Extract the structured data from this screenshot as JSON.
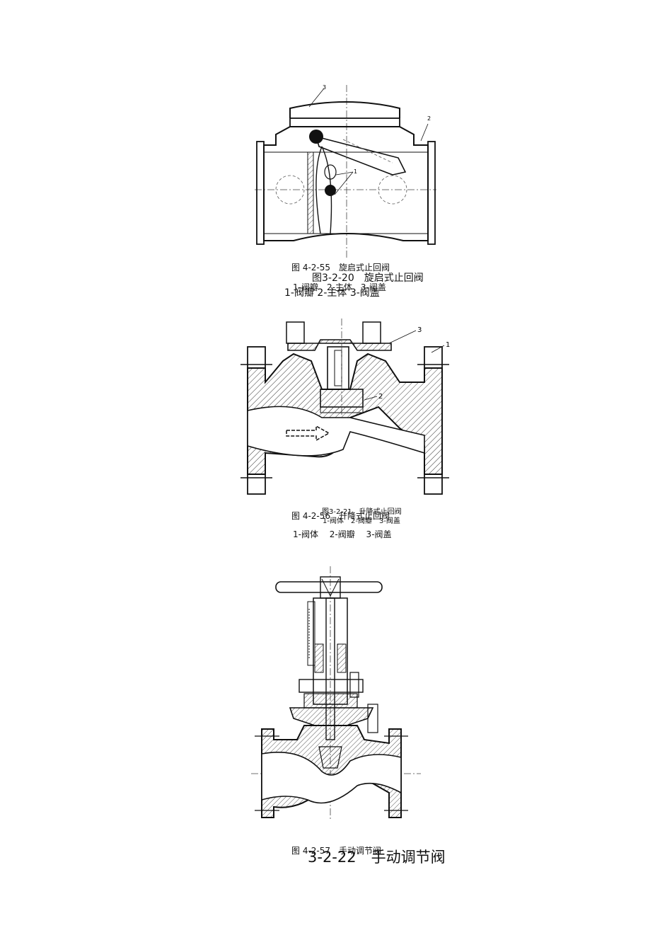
{
  "figure1": {
    "callouts": [
      "1",
      "2",
      "3"
    ],
    "caption_old": "图 4-2-55　旋启式止回阀",
    "caption_new": "图3-2-20　旋启式止回阀",
    "legend_old": "1-阀瓣　2-主体　3-阀盖",
    "legend_new": "1-阀瓣  2-主体  3-阀盖"
  },
  "figure2": {
    "callouts": [
      "1",
      "2",
      "3"
    ],
    "caption_new": "图3-2-21　升降式止回阀",
    "caption_old": "图 4-2-56　升降式止回阀",
    "legend_new": "1-阀体　2-阀瓣　3-阀盖",
    "legend_old": "1-阀体　 2-阀瓣　 3-阀盖"
  },
  "figure3": {
    "caption_old": "图 4-2-57　手动调节阀",
    "caption_new": "3-2-22　手动调节阀"
  }
}
